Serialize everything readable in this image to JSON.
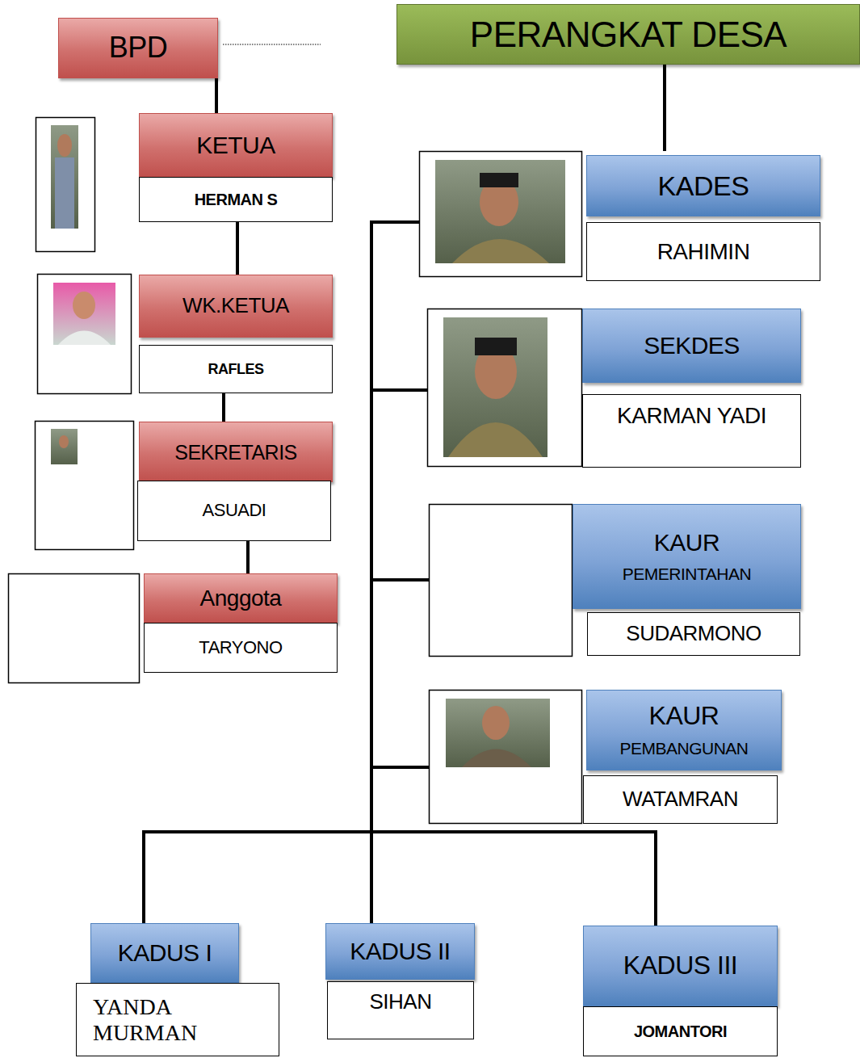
{
  "diagram": {
    "nodes": [
      {
        "text": [
          "BPD"
        ]
      },
      {
        "text": [
          "PERANGKAT DESA"
        ]
      },
      {
        "text": [
          "KETUA",
          "HERMAN S"
        ]
      },
      {
        "text": [
          "KADES",
          "RAHIMIN"
        ]
      },
      {
        "text": [
          "WK.KETUA",
          "RAFLES"
        ]
      },
      {
        "text": [
          "SEKDES",
          "KARMAN YADI"
        ]
      },
      {
        "text": [
          "SEKRETARIS",
          "ASUADI"
        ]
      },
      {
        "text": [
          "KAUR",
          "PEMERINTAHAN",
          "SUDARMONO"
        ]
      },
      {
        "text": [
          "Anggota",
          "TARYONO"
        ]
      },
      {
        "text": [
          "KAUR",
          "PEMBANGUNAN",
          "WATAMRAN"
        ]
      },
      {
        "text": [
          "KADUS I",
          "YANDA MURMAN"
        ]
      },
      {
        "text": [
          "KADUS II",
          "SIHAN"
        ]
      },
      {
        "text": [
          "KADUS III",
          "JOMANTORI"
        ]
      }
    ],
    "edges": [
      {
        "from": 0,
        "to": 2,
        "arrow": "none"
      },
      {
        "from": 2,
        "to": 4,
        "arrow": "none"
      },
      {
        "from": 4,
        "to": 6,
        "arrow": "none"
      },
      {
        "from": 6,
        "to": 8,
        "arrow": "none"
      },
      {
        "from": 1,
        "to": 3,
        "arrow": "none"
      },
      {
        "from": 3,
        "to": 5,
        "arrow": "none"
      },
      {
        "from": 3,
        "to": 7,
        "arrow": "none"
      },
      {
        "from": 3,
        "to": 9,
        "arrow": "none"
      },
      {
        "from": 3,
        "to": 10,
        "arrow": "none"
      },
      {
        "from": 3,
        "to": 11,
        "arrow": "none"
      },
      {
        "from": 3,
        "to": 12,
        "arrow": "none"
      }
    ]
  }
}
